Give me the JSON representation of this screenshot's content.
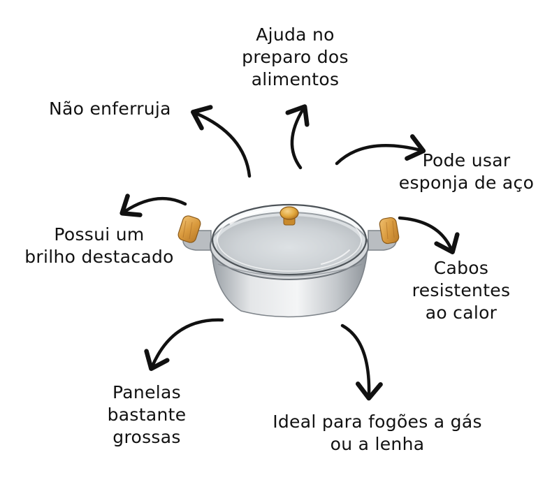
{
  "colors": {
    "ink": "#111111",
    "background": "#ffffff",
    "metal": "#c9ccd0",
    "wood": "#d9a24a",
    "knob": "#e0a63b"
  },
  "labels": {
    "top": [
      "Ajuda no",
      "preparo dos",
      "alimentos"
    ],
    "top_left": [
      "Não enferruja"
    ],
    "right_top": [
      "Pode usar",
      "esponja de aço"
    ],
    "left_middle": [
      "Possui um",
      "brilho destacado"
    ],
    "right_middle": [
      "Cabos",
      "resistentes",
      "ao calor"
    ],
    "bottom_left": [
      "Panelas",
      "bastante",
      "grossas"
    ],
    "bottom_right": [
      "Ideal para fogões a gás",
      "ou a lenha"
    ]
  },
  "icons": {
    "product": "aluminum-pot-with-glass-lid-icon",
    "arrows": "hand-drawn-arrow-icon"
  }
}
